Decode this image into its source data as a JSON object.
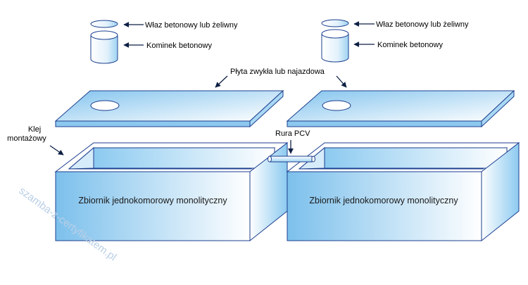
{
  "labels": {
    "hatch": "Właz betonowy lub żeliwny",
    "chimney": "Kominek betonowy",
    "slab": "Płyta zwykła lub najazdowa",
    "glue_line1": "Klej",
    "glue_line2": "montażowy",
    "pipe": "Rura PCV",
    "tank": "Zbiornik jednokomorowy monolityczny"
  },
  "watermark": "szamba-z-certyfikatem.pl",
  "colors": {
    "outline": "#1c3f8f",
    "fill_dark": "#7cc0ec",
    "fill_light": "#ffffff",
    "arrow": "#0d1f44"
  }
}
